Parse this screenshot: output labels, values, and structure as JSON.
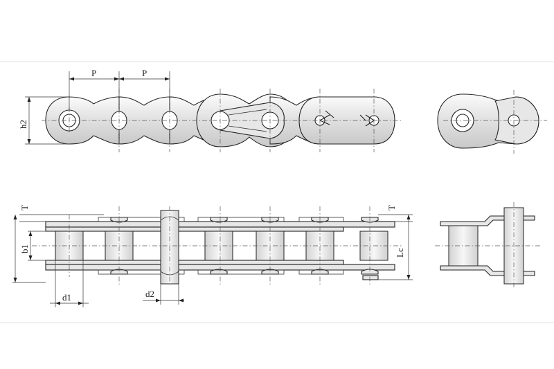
{
  "labels": {
    "pitch_1": "P",
    "pitch_2": "P",
    "h2": "h2",
    "T_left": "T",
    "T_right": "T",
    "b1": "b1",
    "d1": "d1",
    "d2": "d2",
    "Lc": "Lc"
  },
  "colors": {
    "background": "#ffffff",
    "line": "#222222",
    "plate_light": "#f4f4f4",
    "plate_dark": "#c8c8c8"
  }
}
